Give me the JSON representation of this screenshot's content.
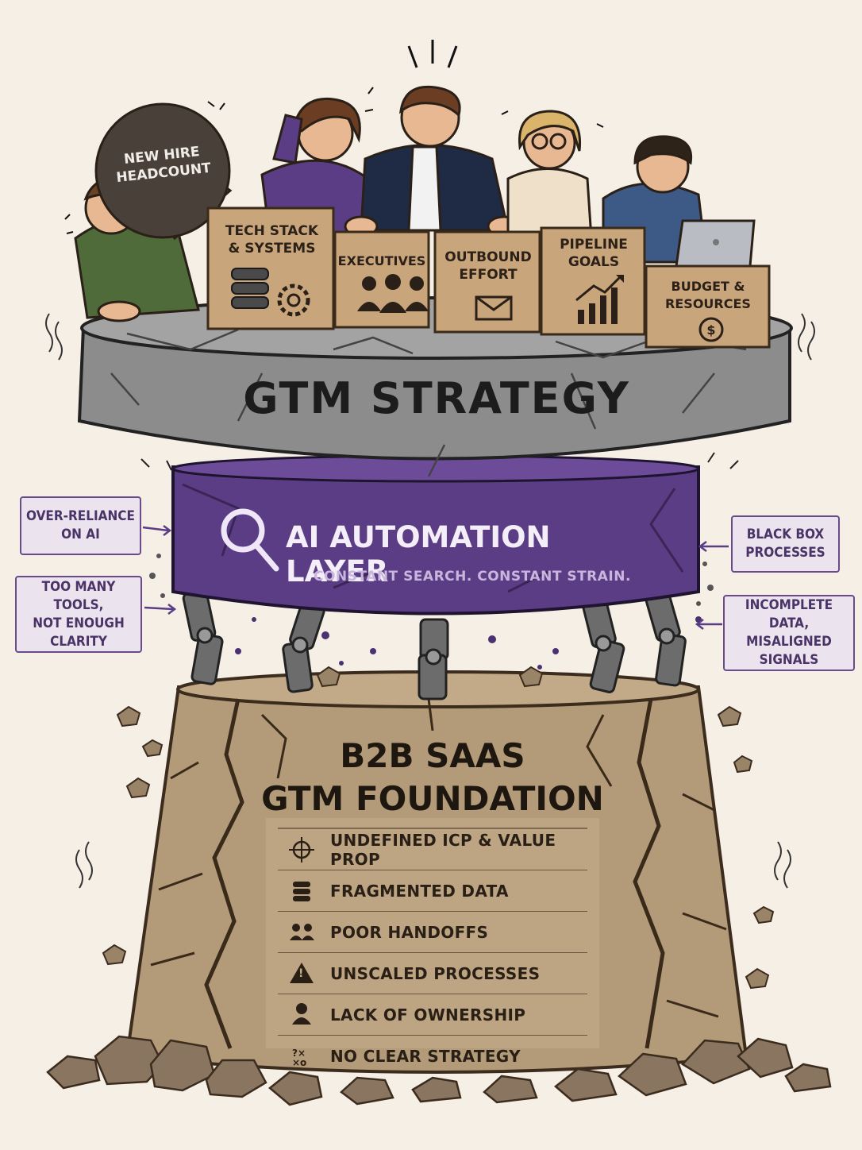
{
  "boulder": {
    "line1": "NEW HIRE",
    "line2": "HEADCOUNT"
  },
  "boxes": [
    {
      "line1": "TECH STACK",
      "line2": "& SYSTEMS"
    },
    {
      "line1": "EXECUTIVES",
      "line2": ""
    },
    {
      "line1": "OUTBOUND",
      "line2": "EFFORT"
    },
    {
      "line1": "PIPELINE",
      "line2": "GOALS"
    },
    {
      "line1": "BUDGET &",
      "line2": "RESOURCES"
    }
  ],
  "strategy": {
    "title": "GTM STRATEGY"
  },
  "ai_layer": {
    "title": "AI AUTOMATION LAYER",
    "subtitle": "CONSTANT SEARCH. CONSTANT STRAIN."
  },
  "callouts": {
    "left_top": {
      "line1": "OVER-RELIANCE",
      "line2": "ON AI"
    },
    "left_bottom": {
      "line1": "TOO MANY TOOLS,",
      "line2": "NOT ENOUGH",
      "line3": "CLARITY"
    },
    "right_top": {
      "line1": "BLACK BOX",
      "line2": "PROCESSES"
    },
    "right_bottom": {
      "line1": "INCOMPLETE DATA,",
      "line2": "MISALIGNED",
      "line3": "SIGNALS"
    }
  },
  "foundation": {
    "title_line1": "B2B SAAS",
    "title_line2": "GTM FOUNDATION",
    "items": [
      {
        "icon": "crosshair-icon",
        "label": "UNDEFINED ICP & VALUE PROP"
      },
      {
        "icon": "database-icon",
        "label": "FRAGMENTED DATA"
      },
      {
        "icon": "people-icon",
        "label": "POOR HANDOFFS"
      },
      {
        "icon": "warning-icon",
        "label": "UNSCALED PROCESSES"
      },
      {
        "icon": "person-icon",
        "label": "LACK OF OWNERSHIP"
      },
      {
        "icon": "question-x-icon",
        "label": "NO CLEAR STRATEGY"
      }
    ]
  },
  "colors": {
    "purple": "#5b3d85",
    "stone": "#8c8c8c",
    "sand": "#b39a79",
    "box": "#c9a57b",
    "background": "#f5efe6"
  }
}
